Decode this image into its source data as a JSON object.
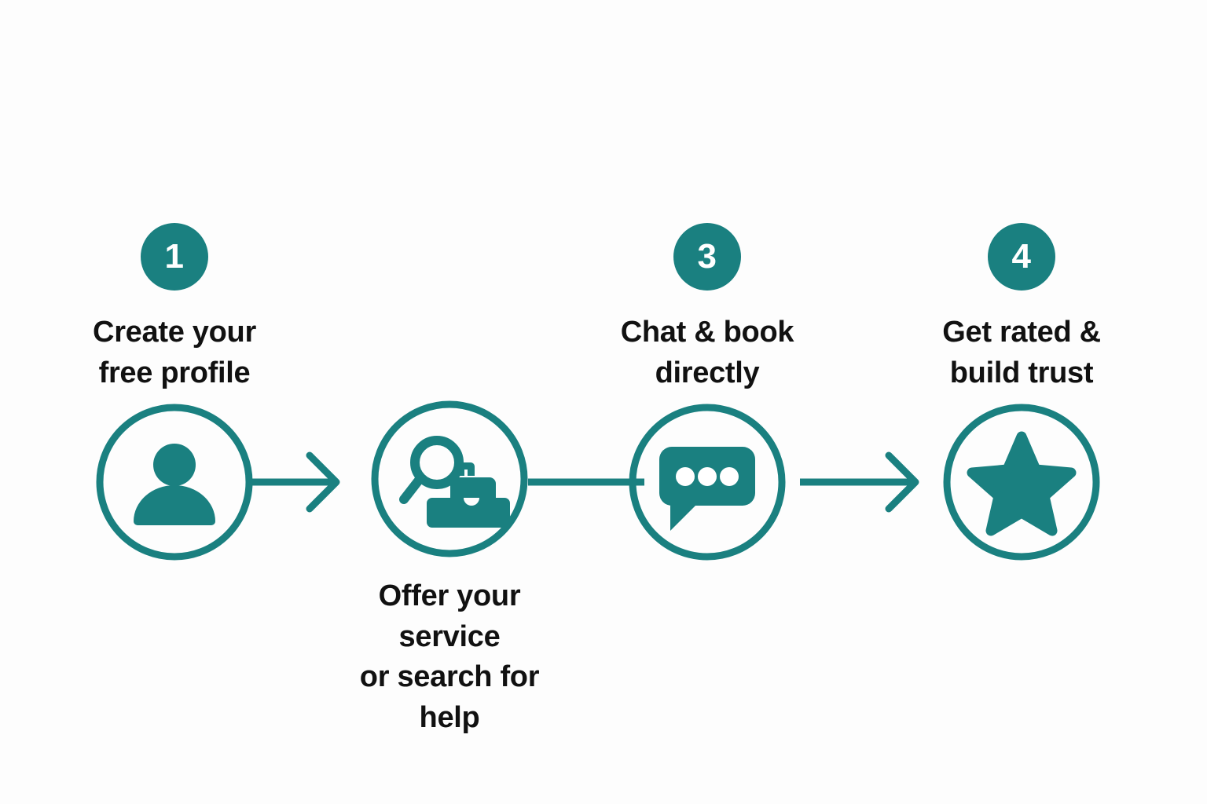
{
  "theme": {
    "accent": "#1a8080",
    "text": "#111111",
    "background": "#fdfdfd",
    "badge_text": "#ffffff"
  },
  "diagram": {
    "type": "horizontal-process-flow",
    "step_count": 4,
    "steps": [
      {
        "number": "1",
        "has_badge": true,
        "caption_lines": [
          "Create your",
          "free profile"
        ],
        "caption_position": "above-icon",
        "icon": "person-icon"
      },
      {
        "number": "",
        "has_badge": false,
        "caption_lines": [
          "Offer your service",
          "or search for help"
        ],
        "caption_position": "below-icon",
        "icon": "search-briefcase-icon"
      },
      {
        "number": "3",
        "has_badge": true,
        "caption_lines": [
          "Chat & book",
          "directly"
        ],
        "caption_position": "above-icon",
        "icon": "chat-bubble-icon"
      },
      {
        "number": "4",
        "has_badge": true,
        "caption_lines": [
          "Get rated &",
          "build trust"
        ],
        "caption_position": "above-icon",
        "icon": "star-icon"
      }
    ],
    "connectors": [
      {
        "from": 1,
        "to": 2,
        "style": "arrow"
      },
      {
        "from": 2,
        "to": 3,
        "style": "line"
      },
      {
        "from": 3,
        "to": 4,
        "style": "arrow"
      }
    ]
  }
}
